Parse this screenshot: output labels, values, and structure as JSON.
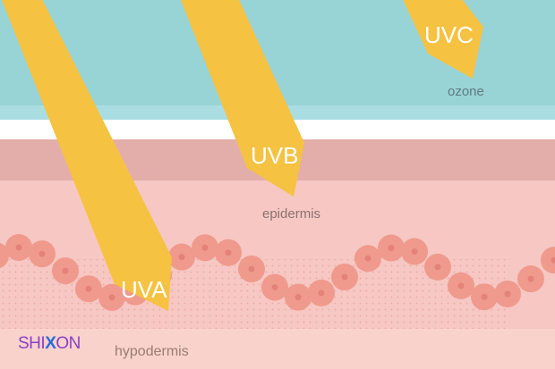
{
  "labels": {
    "uvc": "UVC",
    "uvb": "UVB",
    "uva": "UVA",
    "ozone": "ozone",
    "epidermis": "epidermis",
    "hypodermis": "hypodermis"
  },
  "logo": {
    "text": "SHIXON"
  },
  "colors": {
    "sky": "#98d3d6",
    "ozone_band": "#aadde2",
    "gap": "#ffffff",
    "upper_skin": "#e3aeaa",
    "epidermis": "#f6c7c3",
    "dermis_dotted": "#f3bbb6",
    "hypodermis": "#f9d2cc",
    "cells": "#ef9a8c",
    "cell_nucleus": "#e4827a",
    "ray": "#f5c242",
    "ray_text": "#ffffff",
    "label_text": "#7a6a66",
    "logo_main": "#8a3fc7",
    "logo_x": "#2a6bd8"
  }
}
